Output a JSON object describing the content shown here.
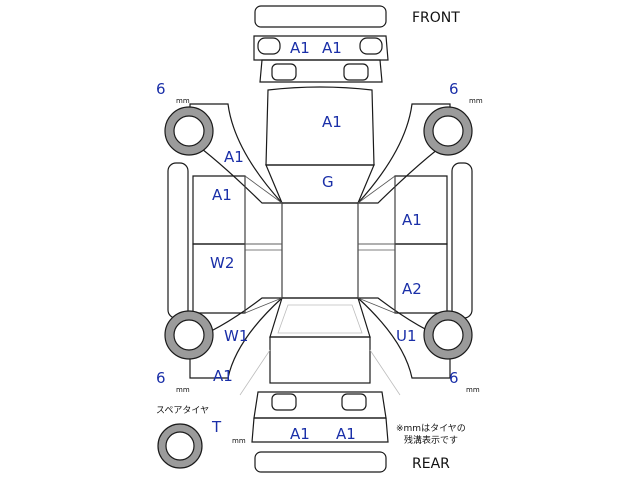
{
  "labels": {
    "front": "FRONT",
    "rear": "REAR",
    "spare_tire": "スペアタイヤ",
    "note_line1": "※mmはタイヤの",
    "note_line2": "残溝表示です"
  },
  "tires": {
    "front_left": {
      "depth": "6",
      "unit": "mm"
    },
    "front_right": {
      "depth": "6",
      "unit": "mm"
    },
    "rear_left": {
      "depth": "6",
      "unit": "mm"
    },
    "rear_right": {
      "depth": "6",
      "unit": "mm"
    },
    "spare": {
      "depth": "T",
      "unit": "mm"
    }
  },
  "codes": {
    "front_bumper_left": "A1",
    "front_bumper_right": "A1",
    "hood": "A1",
    "left_front_fender": "A1",
    "windshield": "G",
    "left_front_door": "A1",
    "left_rear_door": "W2",
    "left_rear_quarter": "W1",
    "left_rear_fender": "A1",
    "right_front_door": "A1",
    "right_rear_door": "A2",
    "right_rear_quarter": "U1",
    "rear_bumper_left": "A1",
    "rear_bumper_right": "A1"
  },
  "colors": {
    "code_text": "#1a2fa8",
    "tire_fill": "#9b9b9b",
    "outline": "#1a1a1a"
  }
}
